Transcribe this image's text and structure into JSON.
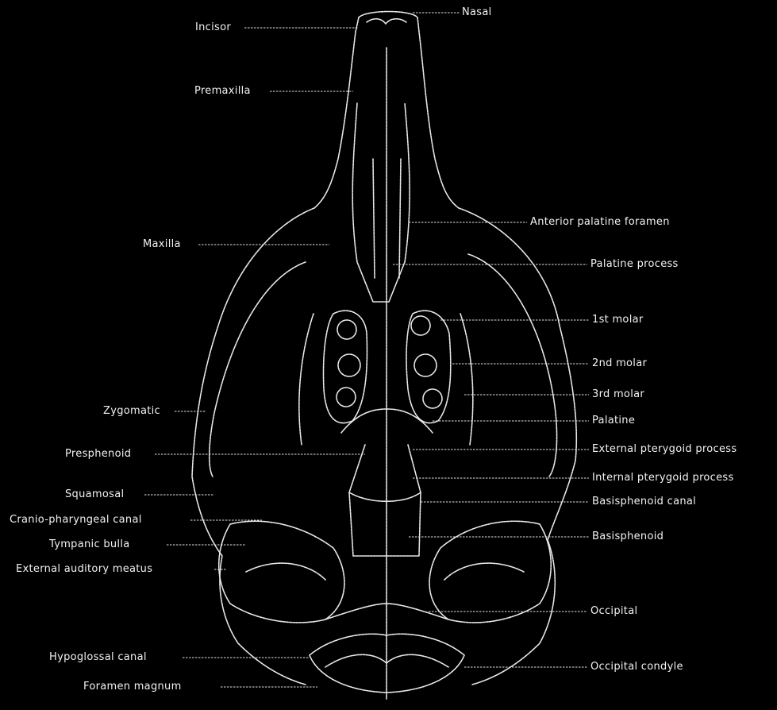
{
  "diagram": {
    "labels": {
      "nasal": "Nasal",
      "incisor": "Incisor",
      "premaxilla": "Premaxilla",
      "maxilla": "Maxilla",
      "anterior_palatine_foramen": "Anterior palatine foramen",
      "palatine_process": "Palatine process",
      "first_molar": "1st molar",
      "second_molar": "2nd molar",
      "third_molar": "3rd molar",
      "zygomatic": "Zygomatic",
      "palatine": "Palatine",
      "presphenoid": "Presphenoid",
      "external_pterygoid_process": "External pterygoid process",
      "internal_pterygoid_process": "Internal pterygoid process",
      "squamosal": "Squamosal",
      "basisphenoid_canal": "Basisphenoid canal",
      "cranio_pharyngeal_canal": "Cranio-pharyngeal canal",
      "tympanic_bulla": "Tympanic bulla",
      "basisphenoid": "Basisphenoid",
      "external_auditory_meatus": "External auditory meatus",
      "occipital": "Occipital",
      "hypoglossal_canal": "Hypoglossal canal",
      "occipital_condyle": "Occipital condyle",
      "foramen_magnum": "Foramen magnum"
    }
  }
}
